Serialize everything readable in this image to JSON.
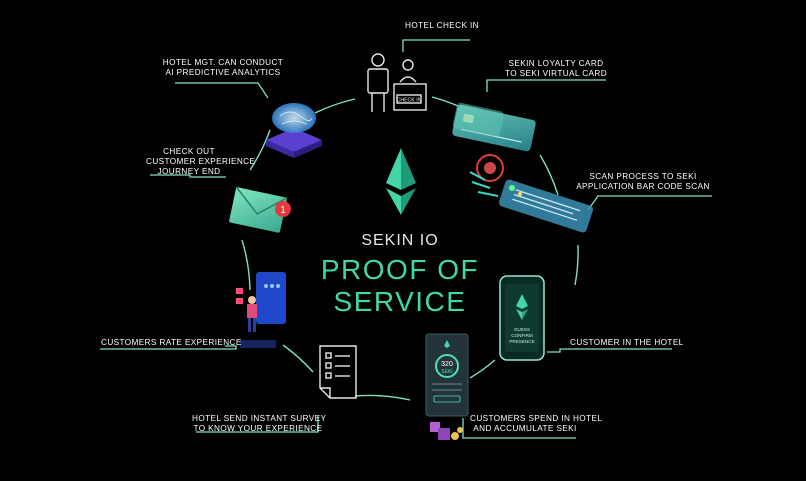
{
  "center": {
    "brand": "SEKIN IO",
    "title_line1": "PROOF OF",
    "title_line2": "SERVICE"
  },
  "steps": [
    {
      "id": "check-in",
      "lines": [
        "HOTEL CHECK IN"
      ],
      "icon": "hotel-reception-icon"
    },
    {
      "id": "loyalty-card",
      "lines": [
        "SEKIN LOYALTY CARD",
        "TO SEKI VIRTUAL CARD"
      ],
      "icon": "credit-card-icon"
    },
    {
      "id": "scan",
      "lines": [
        "SCAN PROCESS TO SEKI",
        "APPLICATION BAR CODE SCAN"
      ],
      "icon": "scan-card-icon"
    },
    {
      "id": "in-hotel",
      "lines": [
        "CUSTOMER  IN THE HOTEL"
      ],
      "icon": "smartphone-icon"
    },
    {
      "id": "spend",
      "lines": [
        "CUSTOMERS SPEND IN HOTEL",
        "AND ACCUMULATE SEKI"
      ],
      "icon": "wallet-app-icon"
    },
    {
      "id": "survey",
      "lines": [
        "HOTEL SEND INSTANT SURVEY",
        "TO KNOW YOUR EXPERIENCE"
      ],
      "icon": "survey-document-icon"
    },
    {
      "id": "rate",
      "lines": [
        "CUSTOMERS RATE EXPERIENCE"
      ],
      "icon": "rating-person-icon"
    },
    {
      "id": "check-out",
      "lines": [
        "CHECK OUT",
        "CUSTOMER EXPERIENCE",
        "JOURNEY END"
      ],
      "icon": "envelope-notification-icon"
    },
    {
      "id": "analytics",
      "lines": [
        "HOTEL MGT. CAN CONDUCT",
        "AI PREDICTIVE ANALYTICS"
      ],
      "icon": "ai-brain-chip-icon"
    }
  ],
  "icons_text": {
    "check_in_sign": "CHECK IN",
    "notification_count": "1",
    "phone_lines": [
      "GUESS",
      "CONFIRM",
      "PRESENCE"
    ],
    "wallet_amount": "320",
    "wallet_unit": "SEKI"
  },
  "colors": {
    "background": "#000000",
    "accent": "#3fd8a8",
    "connector": "#7fe3c3",
    "text": "#ffffff"
  }
}
